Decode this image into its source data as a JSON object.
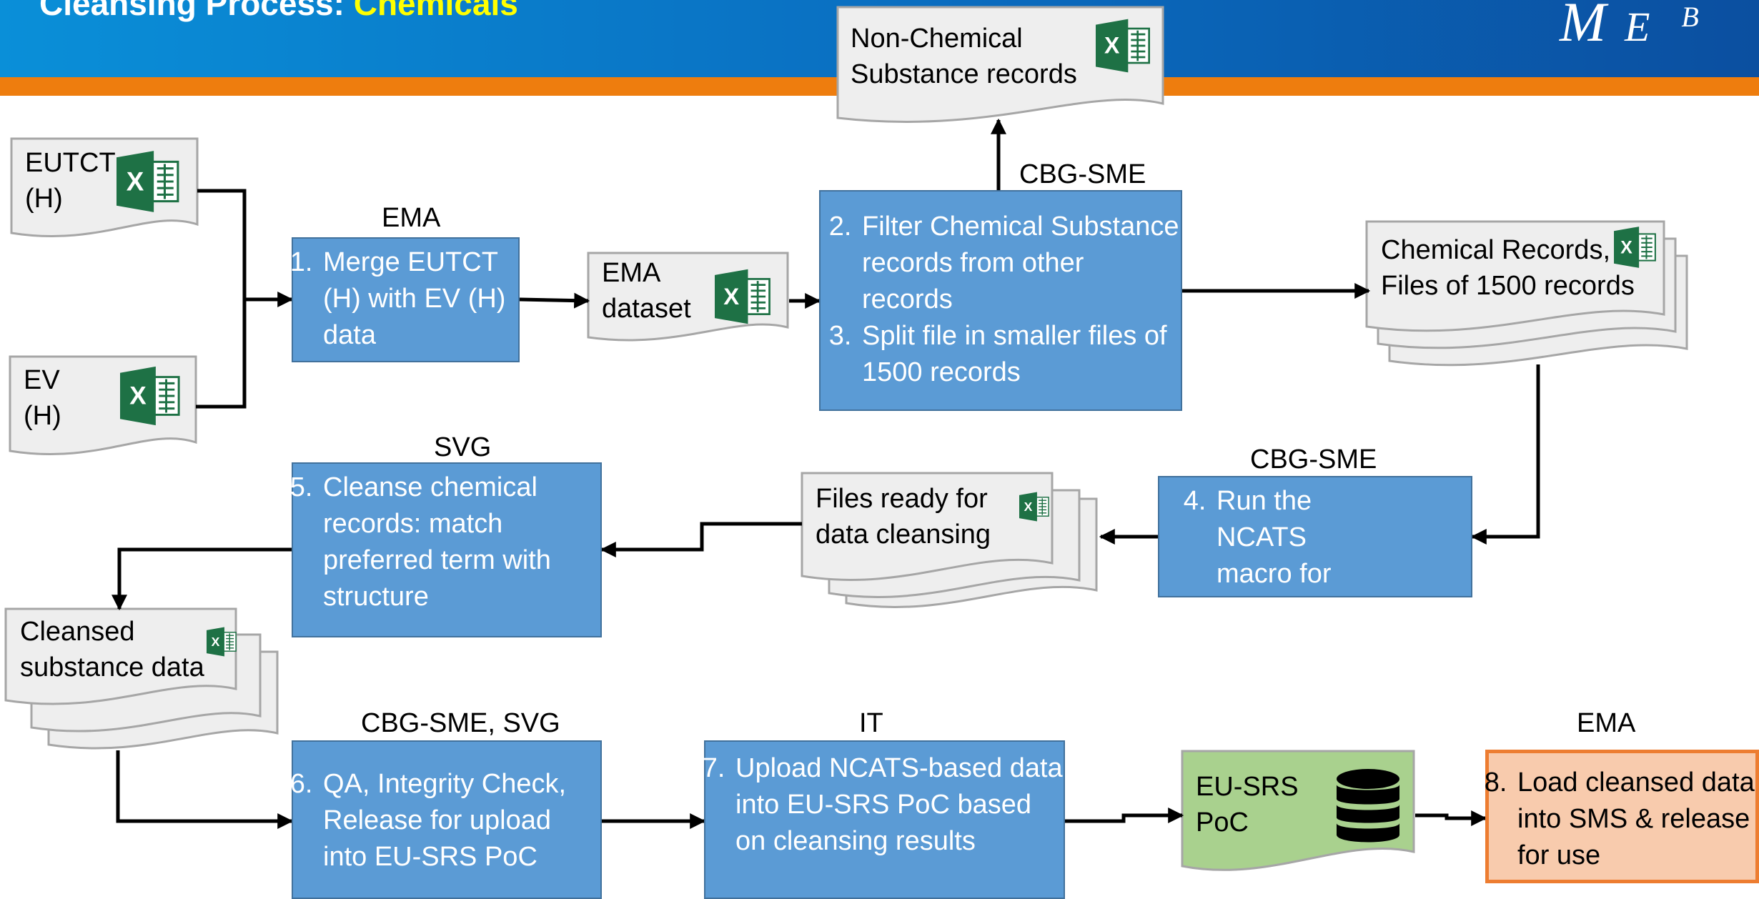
{
  "header": {
    "title_prefix": "Cleansing Process: ",
    "title_highlight": "Chemicals",
    "logo": [
      "M",
      "E",
      "B"
    ]
  },
  "documents": {
    "eutct": "EUTCT\n(H)",
    "ev": "EV\n(H)",
    "ema_dataset": "EMA\ndataset",
    "non_chemical": "Non-Chemical\nSubstance records",
    "chemical_records": "Chemical Records,\nFiles of 1500 records",
    "files_ready": "Files ready for\ndata cleansing",
    "cleansed": "Cleansed\nsubstance data"
  },
  "owners": {
    "step1": "EMA",
    "step2": "CBG-SME",
    "step4": "CBG-SME",
    "step5": "SVG",
    "step6": "CBG-SME, SVG",
    "step7": "IT",
    "step8": "EMA"
  },
  "steps": {
    "step1": {
      "num": "1.",
      "text": "Merge EUTCT (H) with EV (H) data"
    },
    "step2": {
      "num": "2.",
      "text": "Filter Chemical Substance records from other records"
    },
    "step3": {
      "num": "3.",
      "text": "Split file in smaller files of 1500 records"
    },
    "step4": {
      "num": "4.",
      "text": "Run the NCATS macro for each file"
    },
    "step5": {
      "num": "5.",
      "text": "Cleanse chemical records: match preferred term with structure"
    },
    "step6": {
      "num": "6.",
      "text": "QA, Integrity Check, Release for upload into EU-SRS PoC"
    },
    "step7": {
      "num": "7.",
      "text": "Upload NCATS-based data into EU-SRS PoC based on cleansing results"
    },
    "step8": {
      "num": "8.",
      "text": "Load cleansed data into SMS & release for use"
    }
  },
  "database": {
    "label": "EU-SRS\nPoC"
  },
  "colors": {
    "step_fill": "#5b9bd5",
    "step_border": "#41719c",
    "final_fill": "#f8cbad",
    "final_border": "#ed7d31",
    "db_fill": "#a9d18e",
    "excel_green": "#1e7145"
  }
}
